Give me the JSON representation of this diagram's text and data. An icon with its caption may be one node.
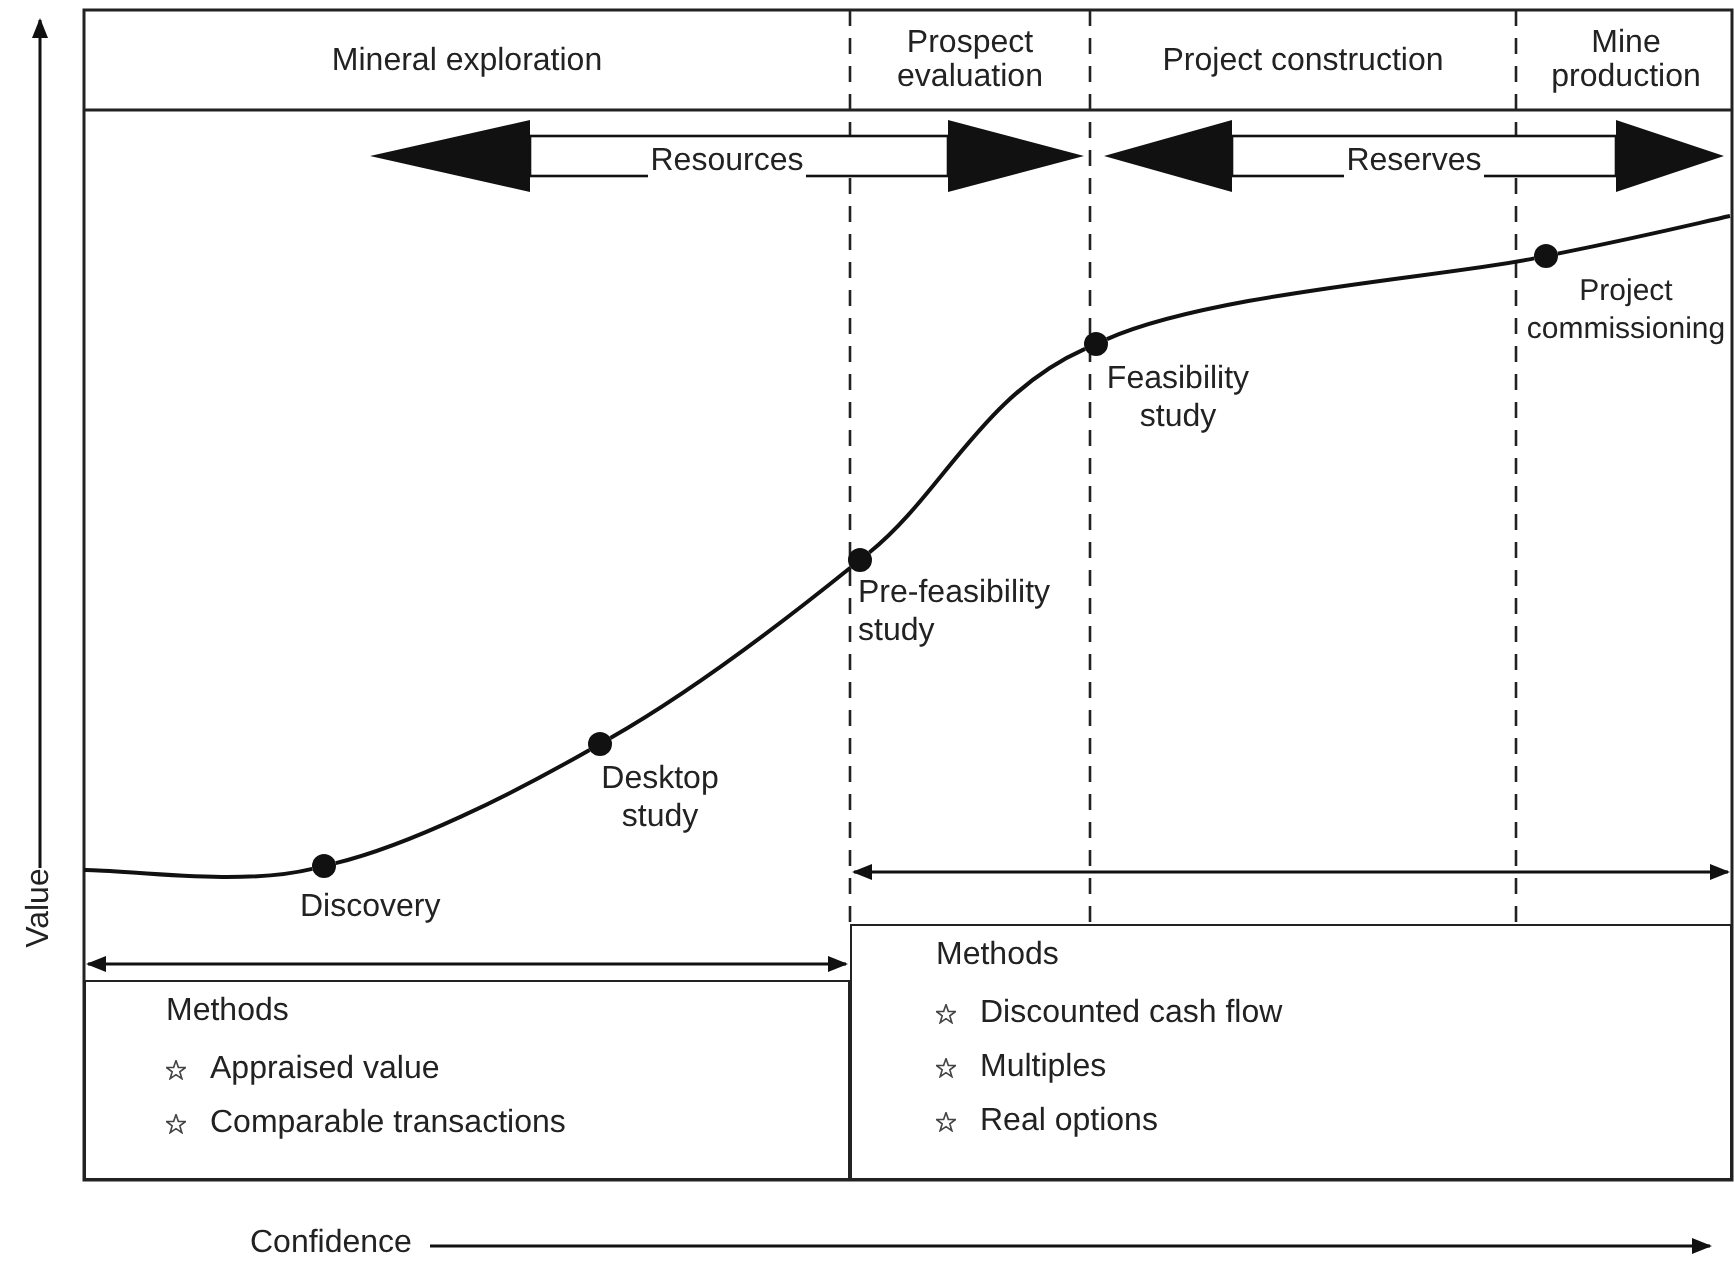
{
  "diagram": {
    "nodes": [
      {
        "text": [
          "Mineral exploration"
        ]
      },
      {
        "text": [
          "Prospect evaluation"
        ]
      },
      {
        "text": [
          "Project construction"
        ]
      },
      {
        "text": [
          "Mine production"
        ]
      },
      {
        "text": [
          "Resources"
        ]
      },
      {
        "text": [
          "Reserves"
        ]
      },
      {
        "text": [],
        "shape": "circle",
        "beside": [
          "Discovery"
        ]
      },
      {
        "text": [],
        "shape": "circle",
        "beside": [
          "Desktop study"
        ]
      },
      {
        "text": [],
        "shape": "circle",
        "beside": [
          "Pre-feasibility study"
        ]
      },
      {
        "text": [],
        "shape": "circle",
        "beside": [
          "Feasibility study"
        ]
      },
      {
        "text": [],
        "shape": "circle",
        "beside": [
          "Project commissioning"
        ]
      },
      {
        "text": [
          "Methods",
          "Appraised value",
          "Comparable transactions"
        ]
      },
      {
        "text": [
          "Methods",
          "Discounted cash flow",
          "Multiples",
          "Real options"
        ]
      }
    ],
    "edges": [
      {
        "from": null,
        "to": 6,
        "arrow": "none"
      },
      {
        "from": 6,
        "to": 7,
        "arrow": "none"
      },
      {
        "from": 7,
        "to": 8,
        "arrow": "none"
      },
      {
        "from": 8,
        "to": 9,
        "arrow": "none"
      },
      {
        "from": 9,
        "to": 10,
        "arrow": "none"
      },
      {
        "from": 10,
        "to": null,
        "arrow": "none"
      }
    ],
    "labels": [
      "Value",
      "Confidence"
    ]
  }
}
